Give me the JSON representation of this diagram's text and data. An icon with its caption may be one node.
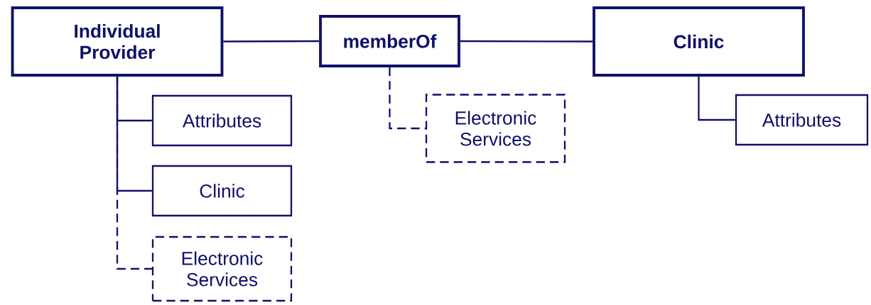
{
  "diagram": {
    "nodes": [
      {
        "text": [
          "Individual Provider"
        ]
      },
      {
        "text": [
          "memberOf"
        ]
      },
      {
        "text": [
          "Clinic"
        ]
      },
      {
        "text": [
          "Attributes"
        ]
      },
      {
        "text": [
          "Clinic"
        ]
      },
      {
        "text": [
          "Electronic Services"
        ]
      },
      {
        "text": [
          "Electronic Services"
        ]
      },
      {
        "text": [
          "Attributes"
        ]
      }
    ],
    "edges": [
      {
        "from": 0,
        "to": 1,
        "arrow": "none"
      },
      {
        "from": 1,
        "to": 2,
        "arrow": "none"
      },
      {
        "from": 0,
        "to": 3,
        "arrow": "none"
      },
      {
        "from": 0,
        "to": 4,
        "arrow": "none"
      },
      {
        "from": 0,
        "to": 5,
        "arrow": "none",
        "style": "dashed"
      },
      {
        "from": 1,
        "to": 6,
        "arrow": "none",
        "style": "dashed"
      },
      {
        "from": 2,
        "to": 7,
        "arrow": "none"
      }
    ]
  }
}
